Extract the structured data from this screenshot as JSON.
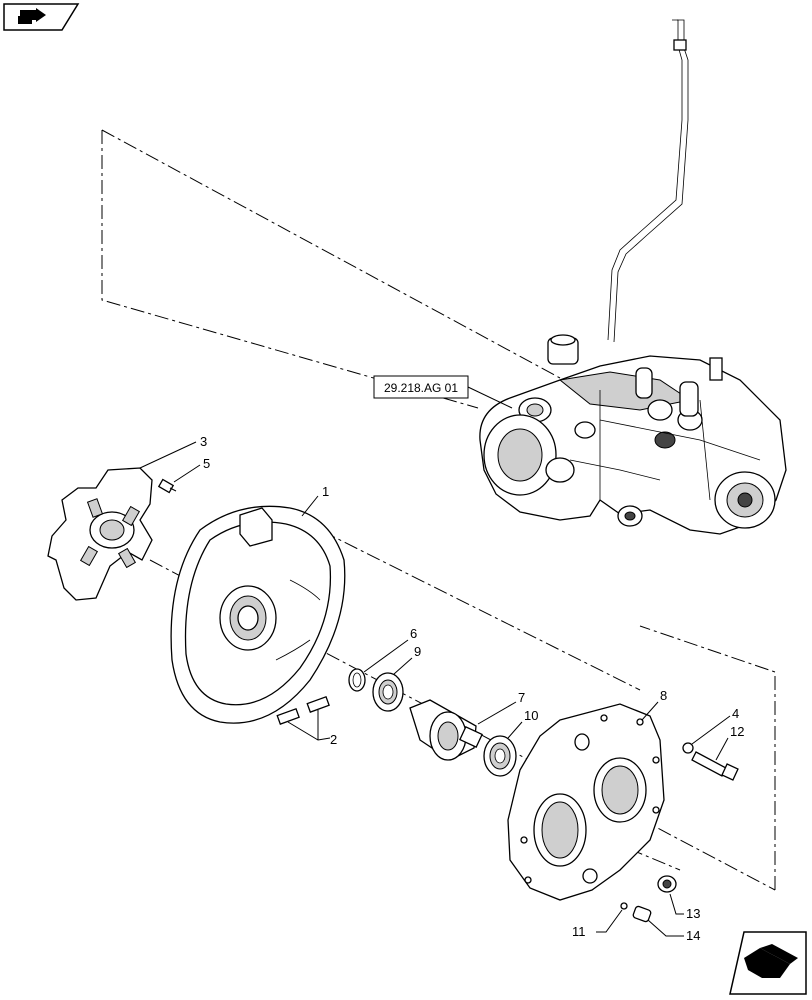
{
  "reference_label": "29.218.AG 01",
  "callouts": [
    "1",
    "2",
    "3",
    "4",
    "5",
    "6",
    "7",
    "8",
    "9",
    "10",
    "11",
    "12",
    "13",
    "14"
  ],
  "icons": {
    "top_left": "previous-page-icon",
    "bottom_right": "next-page-icon"
  }
}
